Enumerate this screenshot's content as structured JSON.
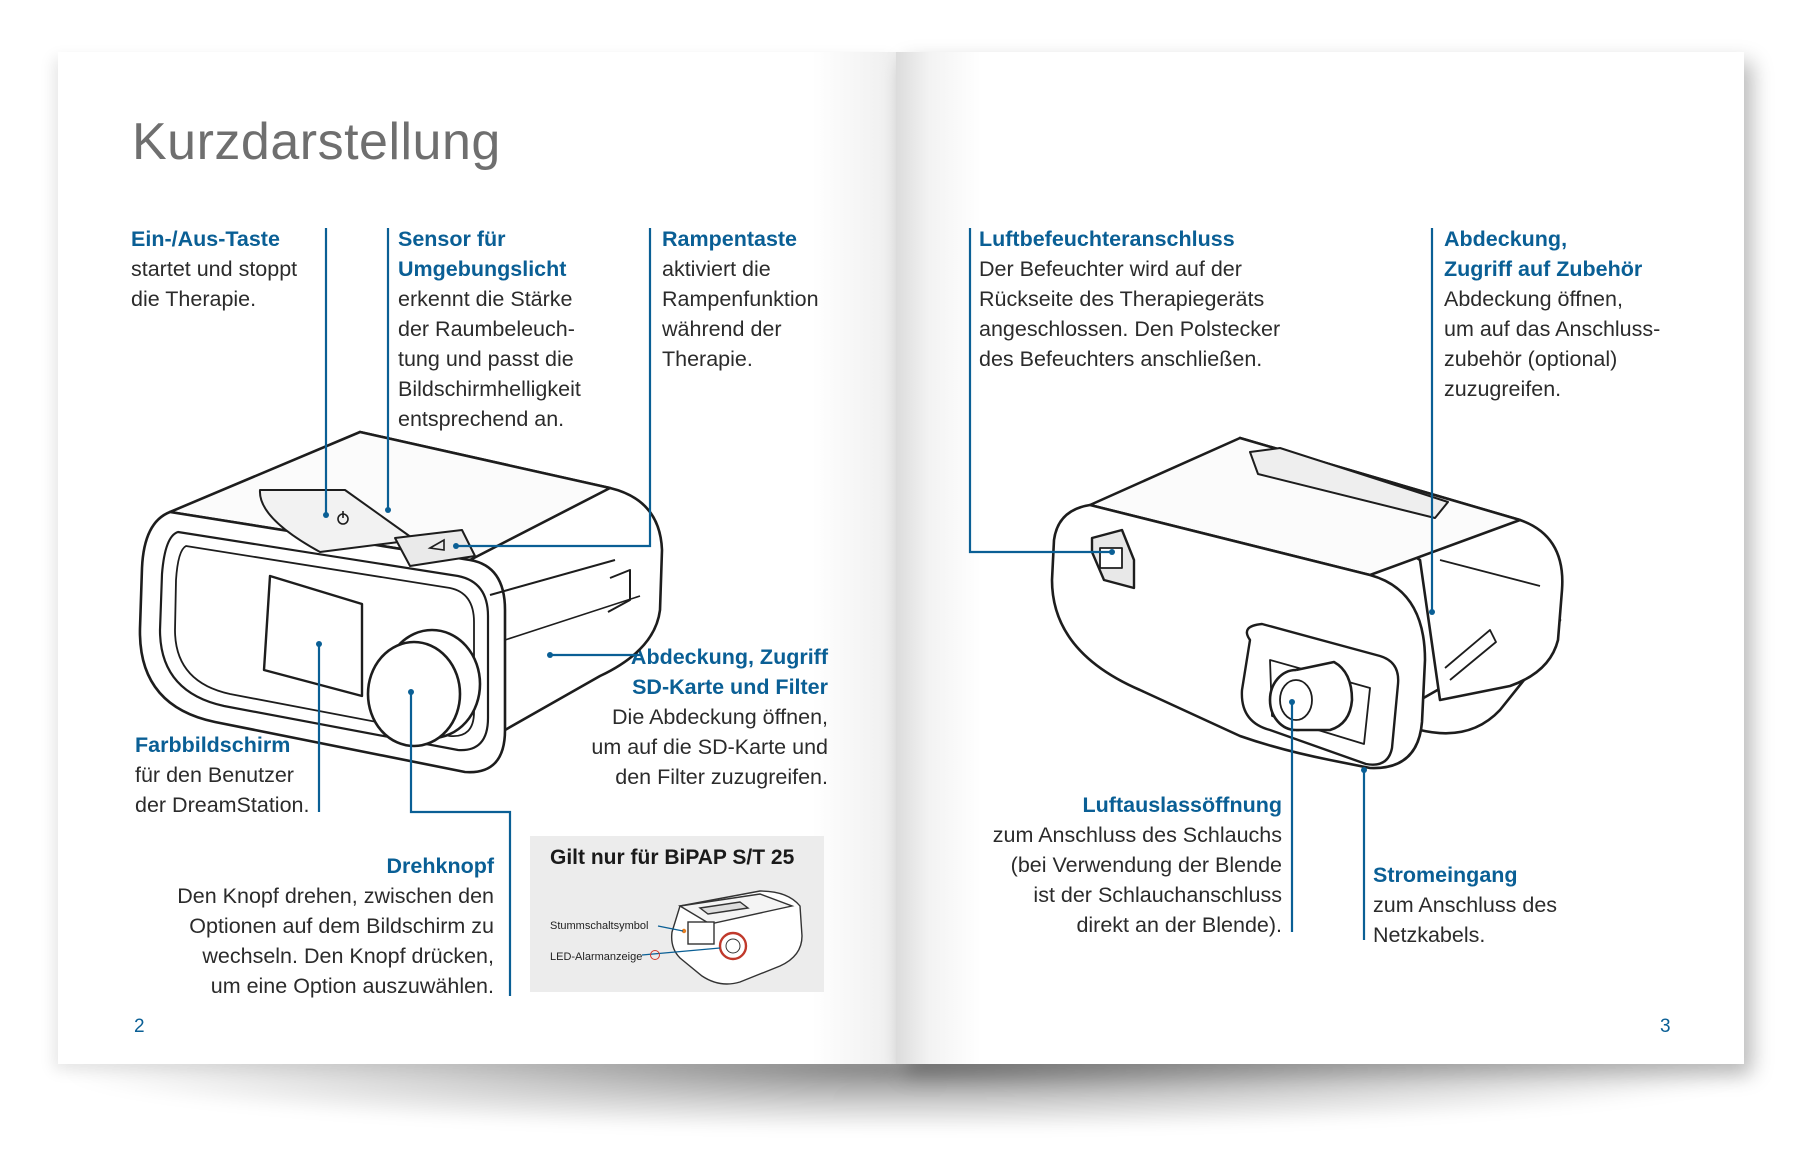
{
  "left_page": {
    "title": "Kurzdarstellung",
    "page_number": "2",
    "annotations": {
      "power": {
        "heading": "Ein-/Aus-Taste",
        "lines": [
          "startet und stoppt",
          "die Therapie."
        ]
      },
      "sensor": {
        "heading_lines": [
          "Sensor für",
          "Umgebungslicht"
        ],
        "lines": [
          "erkennt die Stärke",
          "der Raumbeleuch-",
          "tung und passt die",
          "Bildschirmhelligkeit",
          "entsprechend an."
        ]
      },
      "ramp": {
        "heading": "Rampentaste",
        "lines": [
          "aktiviert die",
          "Rampenfunktion",
          "während der",
          "Therapie."
        ]
      },
      "cover_sd": {
        "heading_lines": [
          "Abdeckung, Zugriff",
          "SD-Karte und Filter"
        ],
        "lines": [
          "Die Abdeckung öffnen,",
          "um auf die SD-Karte und",
          "den Filter zuzugreifen."
        ]
      },
      "screen": {
        "heading": "Farbbildschirm",
        "lines": [
          "für den Benutzer",
          "der DreamStation."
        ]
      },
      "knob": {
        "heading": "Drehknopf",
        "lines": [
          "Den Knopf drehen, zwischen den",
          "Optionen auf dem Bildschirm zu",
          "wechseln. Den Knopf drücken,",
          "um eine Option auszuwählen."
        ]
      }
    },
    "inset": {
      "title": "Gilt nur für BiPAP S/T 25",
      "mute_label": "Stummschaltsymbol",
      "led_label": "LED-Alarmanzeige"
    }
  },
  "right_page": {
    "page_number": "3",
    "annotations": {
      "humidifier": {
        "heading": "Luftbefeuchteranschluss",
        "lines": [
          "Der Befeuchter wird auf der",
          "Rückseite des Therapiegeräts",
          "angeschlossen. Den Polstecker",
          "des Befeuchters anschließen."
        ]
      },
      "accessory": {
        "heading_lines": [
          "Abdeckung,",
          "Zugriff auf Zubehör"
        ],
        "lines": [
          "Abdeckung öffnen,",
          "um auf das Anschluss-",
          "zubehör (optional)",
          "zuzugreifen."
        ]
      },
      "outlet": {
        "heading": "Luftauslassöffnung",
        "lines": [
          "zum Anschluss des Schlauchs",
          "(bei Verwendung der Blende",
          "ist der Schlauchanschluss",
          "direkt an der Blende)."
        ]
      },
      "power_in": {
        "heading": "Stromeingang",
        "lines": [
          "zum Anschluss des",
          "Netzkabels."
        ]
      }
    }
  },
  "colors": {
    "accent": "#0a5f95",
    "body_text": "#2b2b2b",
    "title": "#6f6f6f"
  },
  "icons": [
    "power-icon",
    "ramp-icon",
    "led-alarm-icon"
  ]
}
